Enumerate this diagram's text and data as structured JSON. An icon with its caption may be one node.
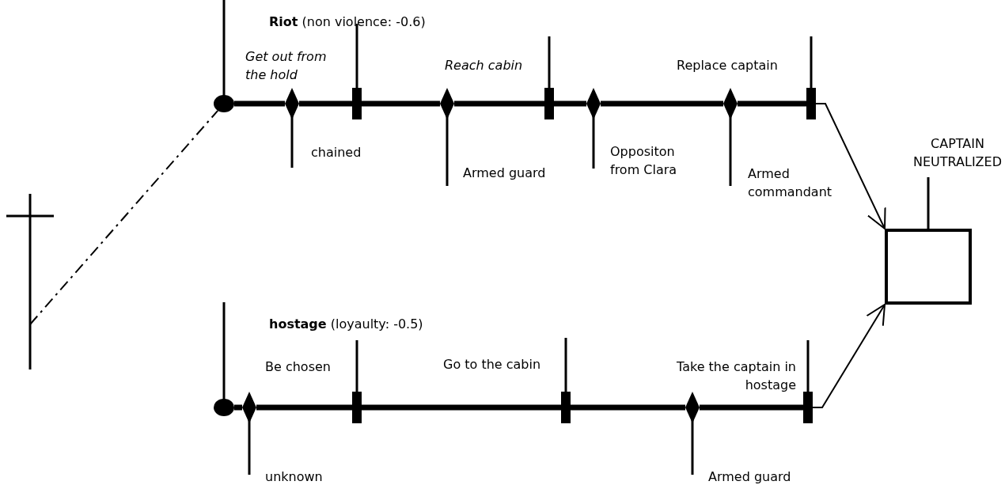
{
  "diagram": {
    "nodes": [
      {
        "text": [],
        "shape": "cross"
      },
      {
        "text": [],
        "shape": "circle"
      },
      {
        "text": [],
        "shape": "diamond"
      },
      {
        "text": [],
        "shape": "bar"
      },
      {
        "text": [],
        "shape": "diamond"
      },
      {
        "text": [],
        "shape": "bar"
      },
      {
        "text": [],
        "shape": "diamond"
      },
      {
        "text": [],
        "shape": "diamond"
      },
      {
        "text": [],
        "shape": "bar"
      },
      {
        "text": [],
        "shape": "circle"
      },
      {
        "text": [],
        "shape": "diamond"
      },
      {
        "text": [],
        "shape": "bar"
      },
      {
        "text": [],
        "shape": "bar"
      },
      {
        "text": [],
        "shape": "diamond"
      },
      {
        "text": [],
        "shape": "bar"
      },
      {
        "text": [
          "CAPTAIN NEUTRALIZED"
        ]
      }
    ],
    "edges": [
      {
        "from": 0,
        "to": 1,
        "arrow": "none",
        "style": "dashed"
      },
      {
        "from": 1,
        "to": 2,
        "arrow": "none"
      },
      {
        "from": 2,
        "to": 3,
        "arrow": "none"
      },
      {
        "from": 3,
        "to": 4,
        "arrow": "none"
      },
      {
        "from": 4,
        "to": 5,
        "arrow": "none"
      },
      {
        "from": 5,
        "to": 6,
        "arrow": "none"
      },
      {
        "from": 6,
        "to": 7,
        "arrow": "none"
      },
      {
        "from": 7,
        "to": 8,
        "arrow": "none"
      },
      {
        "from": 8,
        "to": 15,
        "arrow": "to"
      },
      {
        "from": 9,
        "to": 10,
        "arrow": "none"
      },
      {
        "from": 10,
        "to": 11,
        "arrow": "none"
      },
      {
        "from": 11,
        "to": 12,
        "arrow": "none"
      },
      {
        "from": 12,
        "to": 13,
        "arrow": "none"
      },
      {
        "from": 13,
        "to": 14,
        "arrow": "none"
      },
      {
        "from": 14,
        "to": 15,
        "arrow": "to"
      }
    ],
    "labels": [
      "**Riot** (non violence: -0.6)",
      "Get out from the hold",
      "Reach cabin",
      "Replace captain",
      "chained",
      "Armed guard",
      "Oppositon from Clara",
      "Armed commandant",
      "**hostage** (loyaulty: -0.5)",
      "Be chosen",
      "Go to the cabin",
      "Take the captain in hostage",
      "unknown",
      "Armed guard"
    ]
  }
}
